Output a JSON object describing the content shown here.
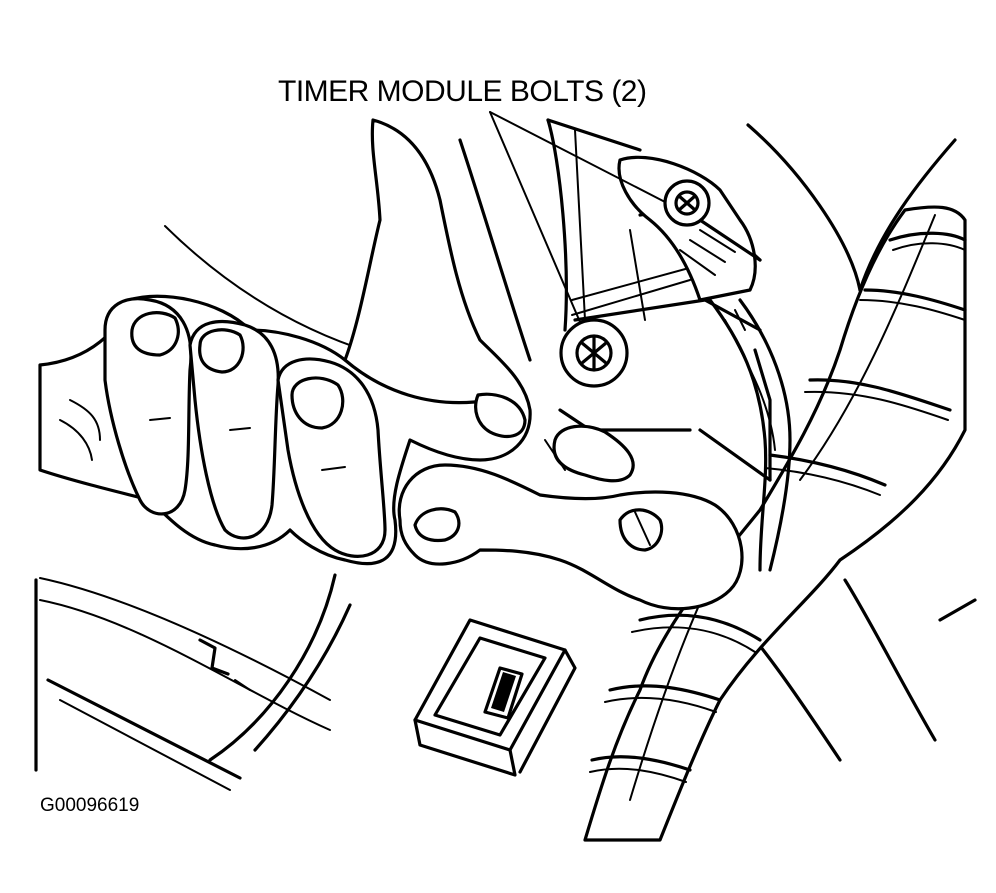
{
  "diagram": {
    "callout_label": "TIMER MODULE BOLTS (2)",
    "figure_id": "G00096619",
    "icons": {
      "hand": "hand-holding-wrench",
      "wrench": "box-end-wrench",
      "bolts": "timer-module-bolt",
      "harness": "wiring-harness"
    },
    "line_color": "#000000",
    "background_color": "#ffffff"
  }
}
